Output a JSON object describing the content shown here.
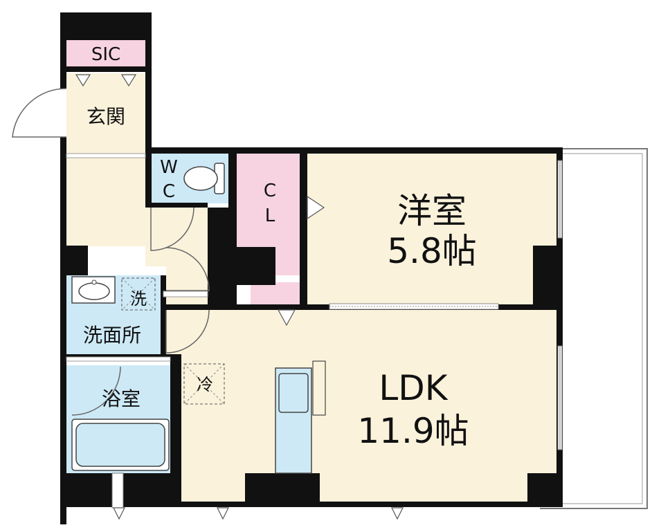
{
  "rooms": {
    "sic": "SIC",
    "genkan": "玄関",
    "wc_top": "W",
    "wc_bottom": "C",
    "cl_top": "C",
    "cl_bottom": "L",
    "youshitsu_name": "洋室",
    "youshitsu_size": "5.8帖",
    "washer": "洗",
    "senmenjo": "洗面所",
    "yokushitsu": "浴室",
    "fridge": "冷",
    "ldk_name": "LDK",
    "ldk_size": "11.9帖"
  },
  "colors": {
    "wall": "#111111",
    "floor": "#fbf2dc",
    "wet": "#cde9f6",
    "storage": "#f7d3e1",
    "balcony": "#ffffff"
  }
}
